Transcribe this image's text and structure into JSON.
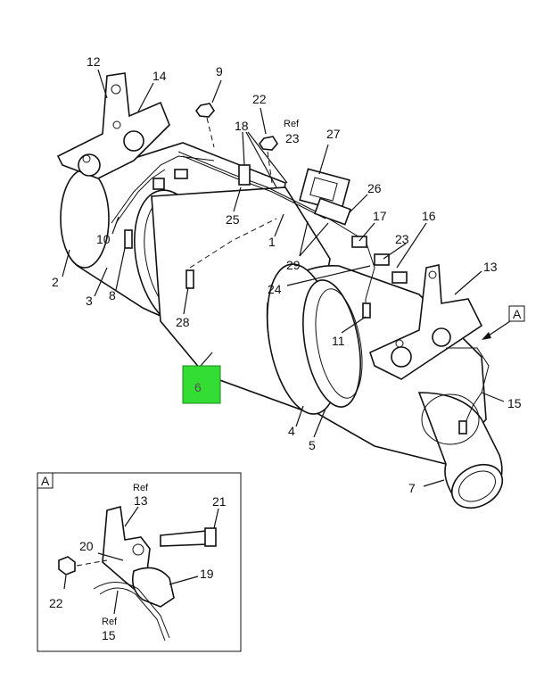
{
  "callouts": {
    "c12": "12",
    "c14": "14",
    "c9": "9",
    "c22": "22",
    "c18": "18",
    "ref23_ref": "Ref",
    "ref23_num": "23",
    "c27": "27",
    "c26": "26",
    "c25": "25",
    "c17": "17",
    "c16": "16",
    "c10": "10",
    "c1": "1",
    "c23b": "23",
    "c13": "13",
    "c29": "29",
    "c24": "24",
    "c2": "2",
    "c3": "3",
    "c8": "8",
    "c28": "28",
    "c11": "11",
    "c6": "6",
    "c15": "15",
    "c4": "4",
    "c5": "5",
    "c7": "7",
    "view_a": "A"
  },
  "detail": {
    "tag": "A",
    "ref13_ref": "Ref",
    "ref13_num": "13",
    "c21": "21",
    "c20": "20",
    "c19": "19",
    "c22": "22",
    "ref15_ref": "Ref",
    "ref15_num": "15"
  },
  "colors": {
    "highlight": "#33dd33",
    "line": "#111111"
  }
}
